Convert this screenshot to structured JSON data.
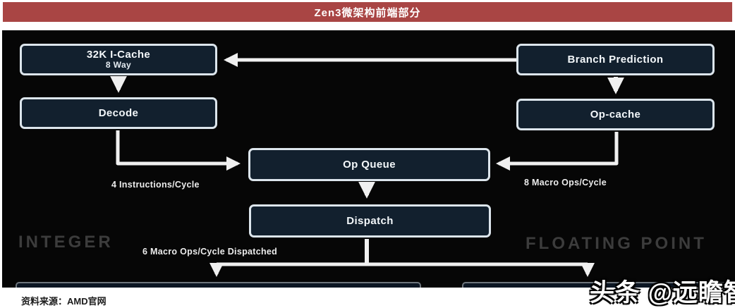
{
  "page": {
    "title": "Zen3微架构前端部分"
  },
  "colors": {
    "title_bar_bg": "#a94544",
    "title_text": "#ffffff",
    "diagram_bg": "#060606",
    "box_fill": "#12202e",
    "box_border": "#dce5ec",
    "arrow": "#f0f0f0",
    "section_label": "#3c3c3c"
  },
  "diagram": {
    "boxes": {
      "icache": {
        "label": "32K I-Cache",
        "sublabel": "8 Way"
      },
      "branch_prediction": {
        "label": "Branch Prediction"
      },
      "decode": {
        "label": "Decode"
      },
      "op_cache": {
        "label": "Op-cache"
      },
      "op_queue": {
        "label": "Op Queue"
      },
      "dispatch": {
        "label": "Dispatch"
      }
    },
    "edge_labels": {
      "decode_to_op_queue": "4 Instructions/Cycle",
      "op_cache_to_op_queue": "8 Macro Ops/Cycle",
      "dispatch_rate": "6 Macro Ops/Cycle Dispatched"
    },
    "section_labels": {
      "integer": "INTEGER",
      "floating_point": "FLOATING POINT"
    }
  },
  "footer": {
    "source": "资料来源：AMD官网"
  },
  "watermark": {
    "text": "头条 @远瞻智库"
  }
}
